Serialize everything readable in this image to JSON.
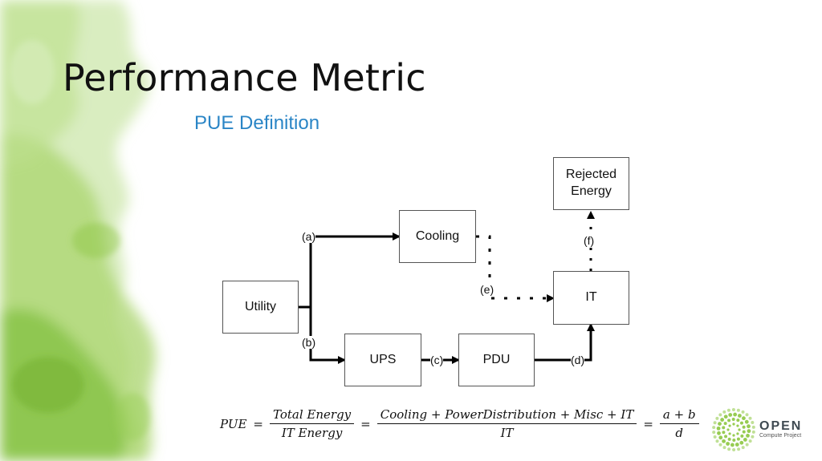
{
  "slide": {
    "title": "Performance Metric",
    "subtitle": "PUE Definition"
  },
  "diagram": {
    "nodes": {
      "utility": "Utility",
      "cooling": "Cooling",
      "ups": "UPS",
      "pdu": "PDU",
      "it": "IT",
      "rejected": "Rejected\nEnergy"
    },
    "edge_labels": {
      "a": "(a)",
      "b": "(b)",
      "c": "(c)",
      "d": "(d)",
      "e": "(e)",
      "f": "(f)"
    }
  },
  "formula": {
    "lhs": "PUE",
    "eq": "=",
    "f1_num": "Total Energy",
    "f1_den": "IT Energy",
    "f2_num": "Cooling + PowerDistribution + Misc + IT",
    "f2_den": "IT",
    "f3_num": "a + b",
    "f3_den": "d"
  },
  "logo": {
    "word": "OPEN",
    "sub": "Compute Project"
  },
  "colors": {
    "accent_blue": "#2a85c6",
    "green": "#8cc63f"
  }
}
